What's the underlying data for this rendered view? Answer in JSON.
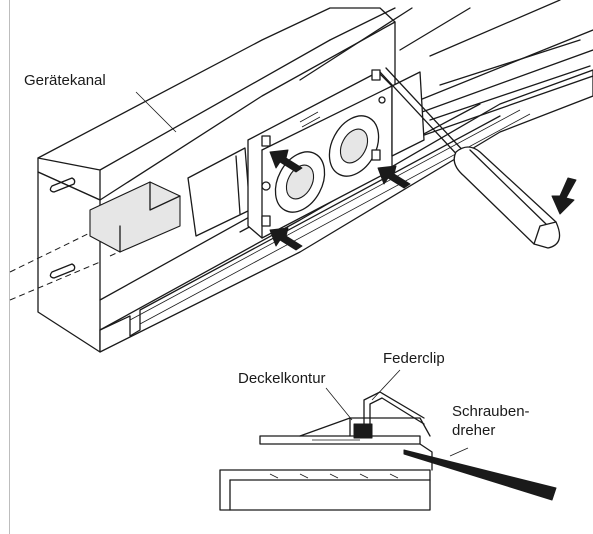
{
  "labels": {
    "channel": "Gerätekanal",
    "cover_contour": "Deckelkontur",
    "spring_clip": "Federclip",
    "screwdriver_line1": "Schrauben-",
    "screwdriver_line2": "dreher"
  },
  "colors": {
    "line": "#1a1a1a",
    "fill": "#ffffff",
    "shade": "#e6e6e6"
  }
}
